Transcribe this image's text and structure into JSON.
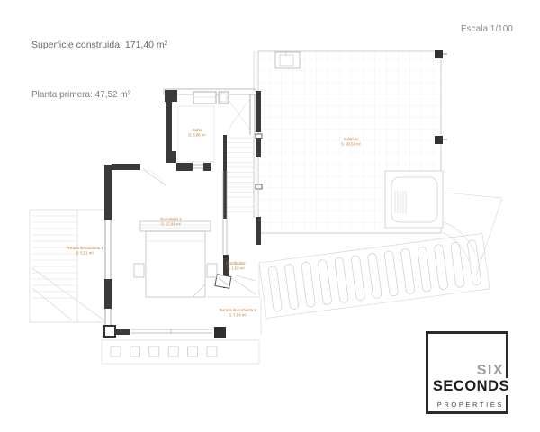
{
  "header": {
    "superficie": "Superficie construida: 171,40 m²",
    "planta": "Planta primera: 47,52 m²",
    "escala": "Escala 1/100"
  },
  "plan": {
    "label_color": "#bf7c3c",
    "wall_color": "#3a3a3a",
    "line_color": "#c9c9c9",
    "rooms": [
      {
        "name": "Baño",
        "area": "S: 5,86 m²"
      },
      {
        "name": "Solarium",
        "area": "S: 90,63 m²"
      },
      {
        "name": "Dormitorio 3",
        "area": "S: 27,83 m²"
      },
      {
        "name": "Terraza descubierta 1",
        "area": "S: 5,51 m²"
      },
      {
        "name": "Distribuidor",
        "area": "S: 1,63 m²"
      },
      {
        "name": "Terraza descubierta 2",
        "area": "S: 7,84 m²"
      }
    ]
  },
  "logo": {
    "line1": "SIX",
    "line2": "SECONDS",
    "line3": "PROPERTIES"
  }
}
